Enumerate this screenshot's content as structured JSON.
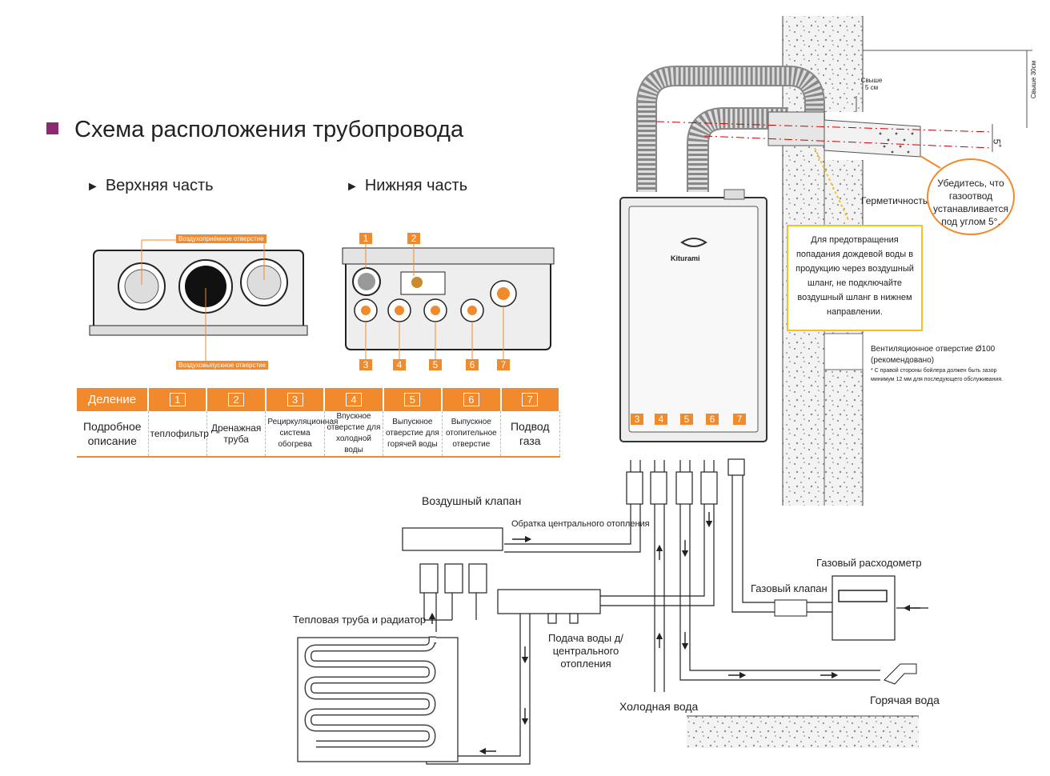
{
  "title": "Схема расположения трубопровода",
  "top_view": {
    "heading": "Верхняя часть",
    "air_inlet": "Воздухоприёмное отверстие",
    "air_outlet": "Воздуховыпускное отверстие"
  },
  "bottom_view": {
    "heading": "Нижняя часть",
    "numbers": [
      "1",
      "2",
      "3",
      "4",
      "5",
      "6",
      "7"
    ]
  },
  "legend_table": {
    "header_label": "Деление",
    "numbers": [
      "1",
      "2",
      "3",
      "4",
      "5",
      "6",
      "7"
    ],
    "row_label": "Подробное описание",
    "descriptions": [
      "теплофильтр",
      "Дренажная труба",
      "Рециркуляционная система обогрева",
      "Впускное отверстие для холодной воды",
      "Выпускное отверстие для горячей воды",
      "Выпускное отопительное отверстие",
      "Подвод газа"
    ]
  },
  "boiler": {
    "brand": "Kiturami",
    "outlet_numbers": [
      "3",
      "4",
      "5",
      "6",
      "7"
    ]
  },
  "flue": {
    "above_5cm": "Свыше 5 см",
    "above_30cm": "Свыше 30см",
    "angle": "5˚",
    "sealing": "Герметичность",
    "callout": "Убедитесь, что газоотвод устанавливается под углом 5°.",
    "note": "Для предотвращения попадания дождевой воды в продукцию через воздушный шланг, не подключайте воздушный шланг в нижнем направлении.",
    "vent_hole": "Вентиляционное отверстие Ø100 (рекомендовано)",
    "vent_note": "* С правой стороны бойлера должен быть зазор минимум 12 мм для последующего обслуживания."
  },
  "piping": {
    "air_valve": "Воздушный клапан",
    "return": "Обратка центрального отопления",
    "heat_pipe": "Тепловая труба и радиатор",
    "supply": "Подача воды д/ центрального отопления",
    "cold_water": "Холодная вода",
    "hot_water": "Горячая вода",
    "gas_meter": "Газовый расходометр",
    "gas_valve": "Газовый клапан"
  },
  "colors": {
    "accent": "#f08a2c",
    "bullet": "#8b2a6e",
    "note_border": "#f5c027"
  }
}
